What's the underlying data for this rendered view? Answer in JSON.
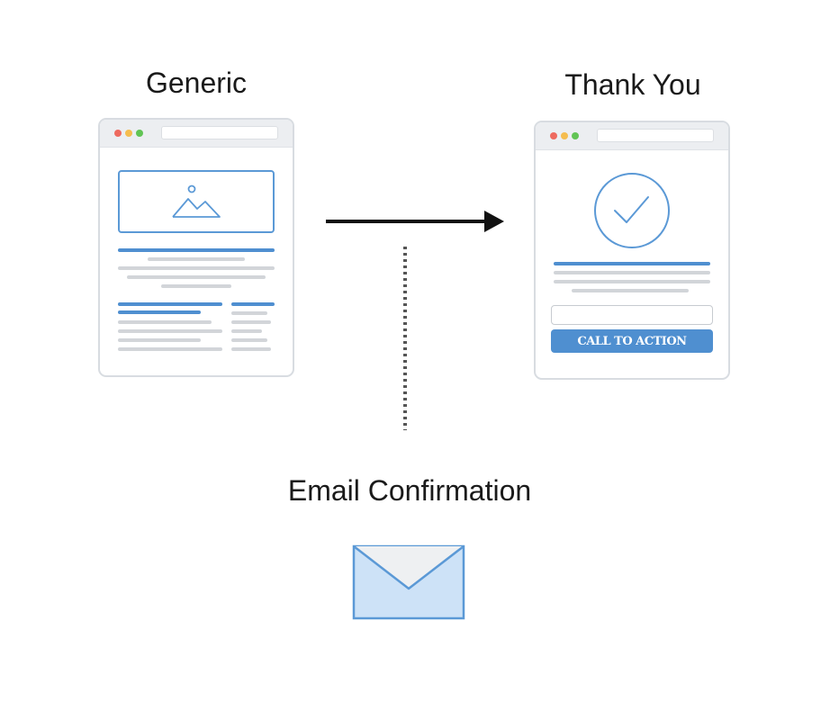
{
  "labels": {
    "generic": "Generic",
    "thank_you": "Thank You",
    "email_confirmation": "Email Confirmation"
  },
  "thank_you_page": {
    "cta_button_label": "CALL TO ACTION"
  },
  "colors": {
    "accent_blue": "#4f8fd0",
    "envelope_fill": "#cde2f7",
    "envelope_stroke": "#5b99d6",
    "arrow": "#111111",
    "placeholder_gray": "#d2d5d9",
    "window_dot_red": "#ee6a5f",
    "window_dot_yellow": "#f5bd4f",
    "window_dot_green": "#61c454"
  },
  "icons": [
    "image-placeholder-icon",
    "checkmark-circle-icon",
    "arrow-right-icon",
    "envelope-icon"
  ]
}
